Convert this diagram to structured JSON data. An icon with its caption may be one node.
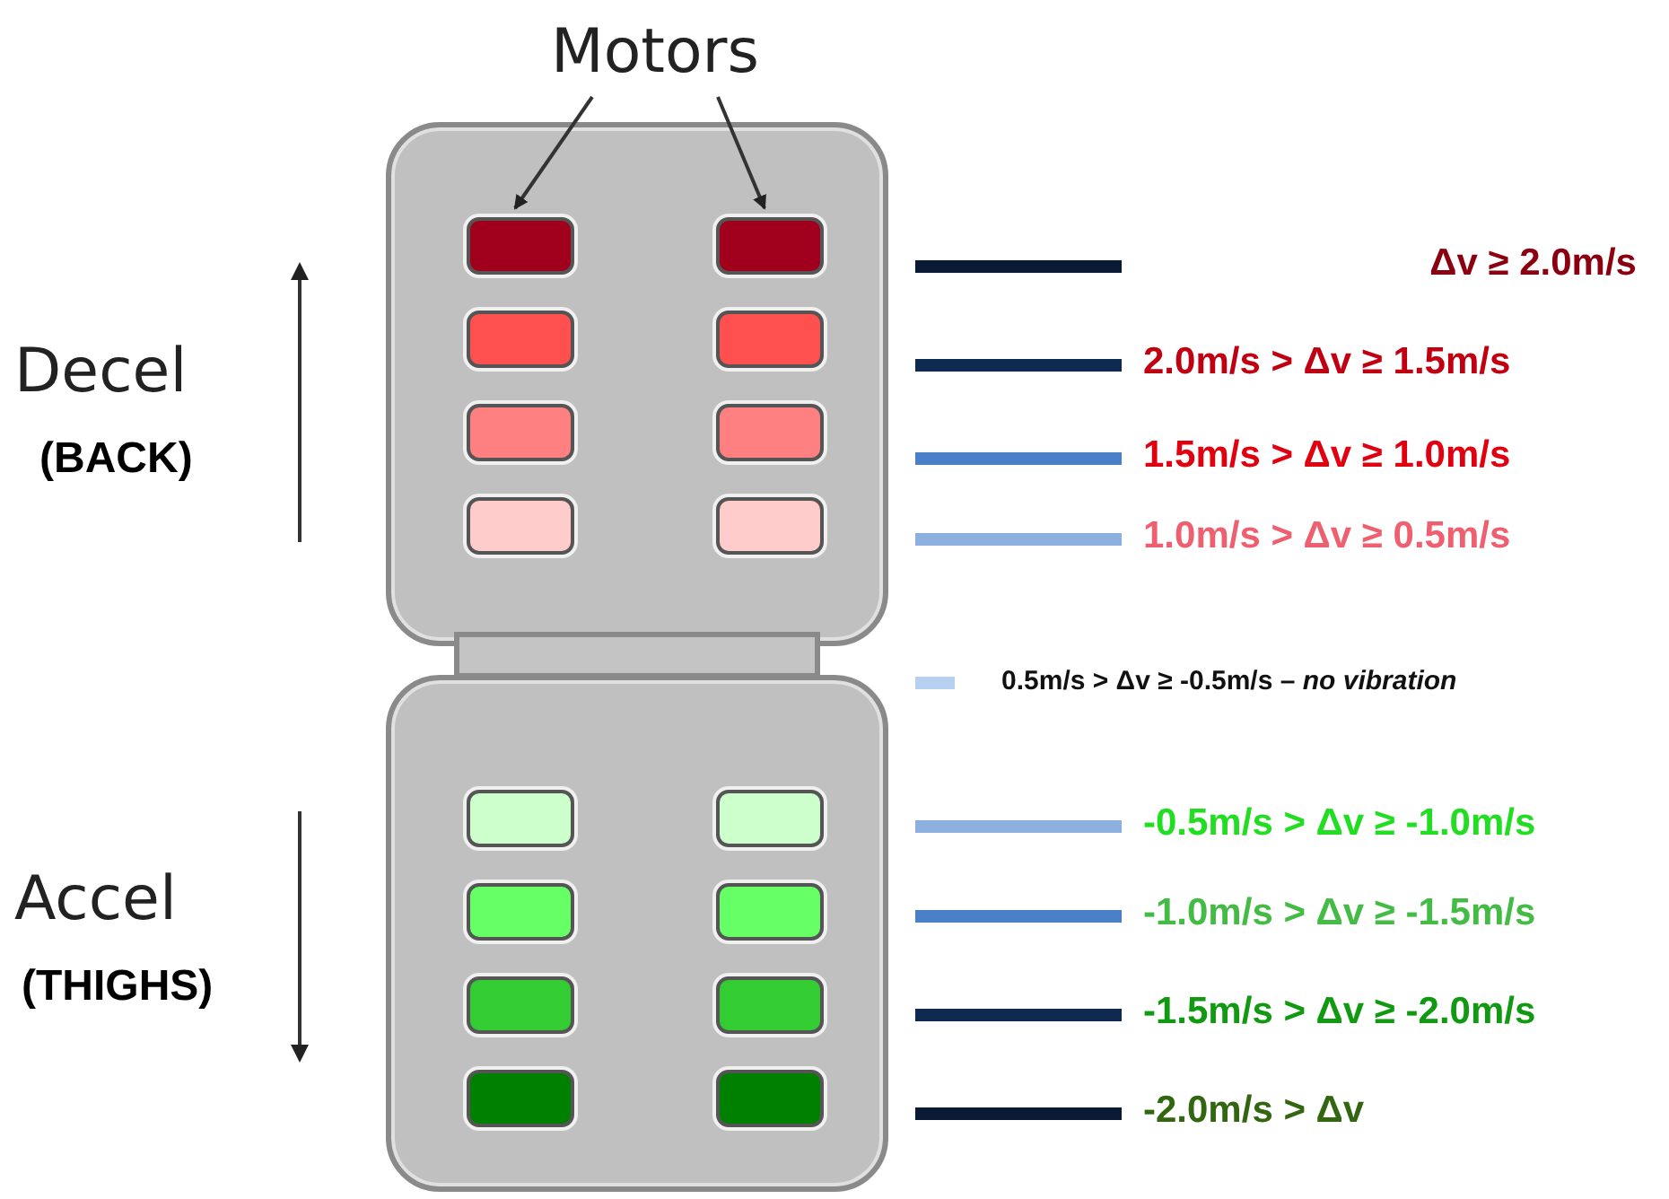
{
  "diagram": {
    "nodes": [
      {
        "text": [
          "Motors"
        ]
      },
      {
        "text": [],
        "shape": "box"
      },
      {
        "text": [],
        "shape": "box",
        "in": 1
      },
      {
        "text": [],
        "shape": "box",
        "in": 1
      },
      {
        "text": [],
        "shape": "box",
        "in": 1
      },
      {
        "text": [],
        "shape": "box",
        "in": 1
      },
      {
        "text": [],
        "shape": "box",
        "in": 1
      },
      {
        "text": [],
        "shape": "box",
        "in": 1
      },
      {
        "text": [],
        "shape": "box",
        "in": 1
      },
      {
        "text": [],
        "shape": "box",
        "in": 1
      },
      {
        "text": [],
        "shape": "box"
      },
      {
        "text": [],
        "shape": "box"
      },
      {
        "text": [],
        "shape": "box",
        "in": 11
      },
      {
        "text": [],
        "shape": "box",
        "in": 11
      },
      {
        "text": [],
        "shape": "box",
        "in": 11
      },
      {
        "text": [],
        "shape": "box",
        "in": 11
      },
      {
        "text": [],
        "shape": "box",
        "in": 11
      },
      {
        "text": [],
        "shape": "box",
        "in": 11
      },
      {
        "text": [],
        "shape": "box",
        "in": 11
      },
      {
        "text": [],
        "shape": "box",
        "in": 11
      }
    ],
    "edges": [
      {
        "from": 0,
        "to": 2,
        "arrow": "to"
      },
      {
        "from": 0,
        "to": 3,
        "arrow": "to"
      }
    ],
    "labels": [
      "Decel",
      "(BACK)",
      "Accel",
      "(THIGHS)"
    ],
    "legend": [
      {
        "text": "Δv ≥ 2.0m/s"
      },
      {
        "text": "2.0m/s > Δv ≥ 1.5m/s"
      },
      {
        "text": "1.5m/s > Δv ≥ 1.0m/s"
      },
      {
        "text": "1.0m/s > Δv ≥ 0.5m/s"
      },
      {
        "text": "0.5m/s > Δv ≥ -0.5m/s – *no vibration*"
      },
      {
        "text": "-0.5m/s > Δv ≥ -1.0m/s"
      },
      {
        "text": "-1.0m/s > Δv ≥ -1.5m/s"
      },
      {
        "text": "-1.5m/s > Δv ≥ -2.0m/s"
      },
      {
        "text": "-2.0m/s > Δv"
      }
    ]
  }
}
